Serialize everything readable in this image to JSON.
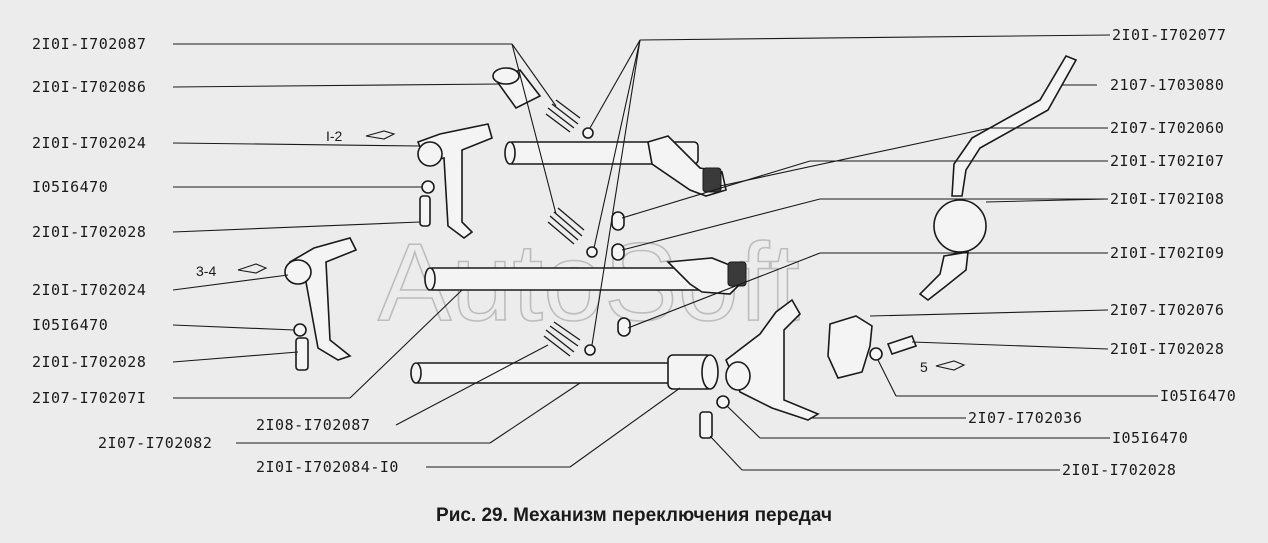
{
  "watermark": "AutoSoft",
  "caption": "Рис. 29. Механизм переключения передач",
  "gear_marks": {
    "g12": "I-2",
    "g34": "3-4",
    "g5": "5"
  },
  "labels_left": [
    "2I0I-I702087",
    "2I0I-I702086",
    "2I0I-I702024",
    "I05I6470",
    "2I0I-I702028",
    "2I0I-I702024",
    "I05I6470",
    "2I0I-I702028",
    "2I07-I70207I"
  ],
  "labels_bottom": [
    "2I08-I702087",
    "2I07-I702082",
    "2I0I-I702084-I0"
  ],
  "labels_right": [
    "2I0I-I702077",
    "2107-1703080",
    "2I07-I702060",
    "2I0I-I702I07",
    "2I0I-I702I08",
    "2I0I-I702I09",
    "2I07-I702076",
    "2I0I-I702028",
    "I05I6470",
    "2I07-I702036",
    "I05I6470",
    "2I0I-I702028"
  ]
}
